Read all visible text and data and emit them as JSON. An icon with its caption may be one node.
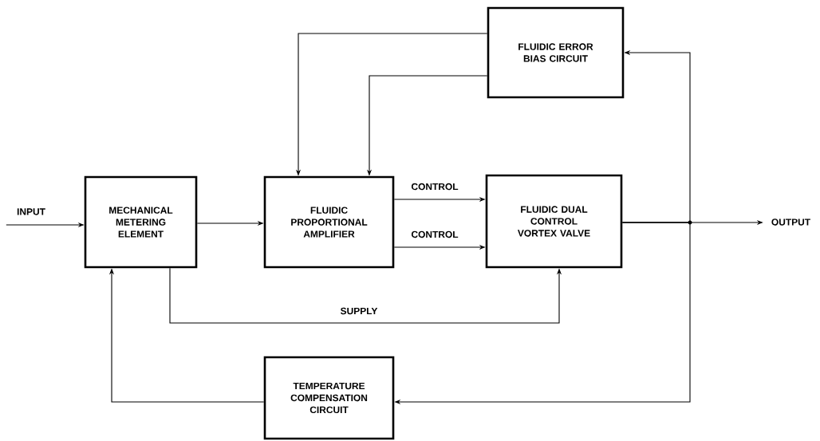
{
  "diagram": {
    "nodes": [
      {
        "text": [
          "FLUIDIC ERROR BIAS CIRCUIT"
        ]
      },
      {
        "text": [
          "INPUT"
        ]
      },
      {
        "text": [
          "MECHANICAL METERING ELEMENT"
        ]
      },
      {
        "text": [
          "FLUIDIC PROPORTIONAL AMPLIFIER"
        ]
      },
      {
        "text": [
          "FLUIDIC DUAL CONTROL VORTEX VALVE"
        ]
      },
      {
        "text": [
          "OUTPUT"
        ]
      },
      {
        "text": [
          "TEMPERATURE COMPENSATION CIRCUIT"
        ]
      }
    ],
    "edges": [
      {
        "from": 1,
        "to": 2,
        "arrow": "to"
      },
      {
        "from": 2,
        "to": 3,
        "arrow": "to"
      },
      {
        "from": 3,
        "to": 4,
        "arrow": "to",
        "label": "CONTROL"
      },
      {
        "from": 3,
        "to": 4,
        "arrow": "to",
        "label": "CONTROL"
      },
      {
        "from": 2,
        "to": 4,
        "arrow": "to",
        "label": "SUPPLY"
      },
      {
        "from": 0,
        "to": 3,
        "arrow": "to"
      },
      {
        "from": 0,
        "to": 3,
        "arrow": "to"
      },
      {
        "from": 4,
        "to": 5,
        "arrow": "to"
      },
      {
        "from": 4,
        "to": 0,
        "arrow": "to"
      },
      {
        "from": 4,
        "to": 6,
        "arrow": "to"
      },
      {
        "from": 6,
        "to": 2,
        "arrow": "to"
      }
    ]
  }
}
